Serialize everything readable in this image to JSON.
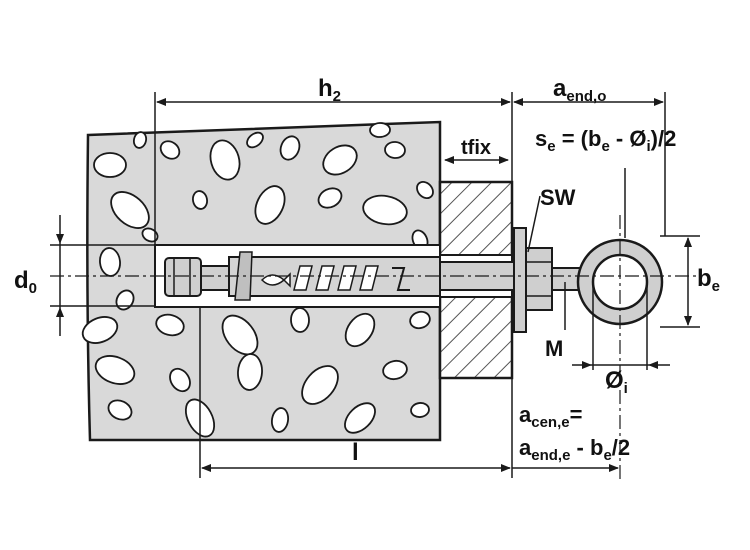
{
  "labels": {
    "h2": "h",
    "h2_sub": "2",
    "tfix": "tfix",
    "aend_o": "a",
    "aend_o_sub": "end,o",
    "se_a": "s",
    "se_a_sub": "e",
    "se_b": " = (b",
    "se_b_sub": "e",
    "se_c": " - Ø",
    "se_c_sub": "i",
    "se_d": ")/2",
    "sw": "SW",
    "d0": "d",
    "d0_sub": "0",
    "be": "b",
    "be_sub": "e",
    "m": "M",
    "oi": "Ø",
    "oi_sub": "i",
    "acen_a": "a",
    "acen_a_sub": "cen,e",
    "acen_b": "=",
    "aend_a": "a",
    "aend_a_sub": "end,e",
    "aend_b": " - b",
    "aend_b_sub": "e",
    "aend_c": "/2",
    "l": "l"
  },
  "colors": {
    "line": "#1a1a1a",
    "concrete": "#d9d9d9",
    "hatch": "#444444",
    "anchor": "#cfcfcf",
    "paper": "#ffffff"
  }
}
